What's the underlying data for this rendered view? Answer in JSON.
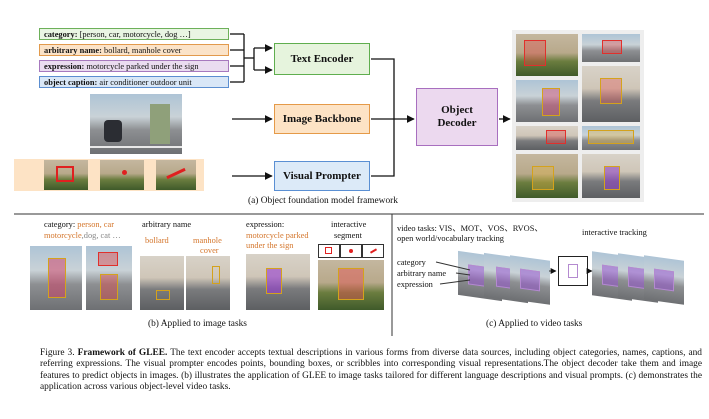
{
  "prompts": {
    "category": {
      "key": "category:",
      "value": " [person, car, motorcycle, dog …]"
    },
    "arbitrary": {
      "key": "arbitrary name:",
      "value": " bollard, manhole cover"
    },
    "expression": {
      "key": "expression:",
      "value": " motorcycle parked under the sign"
    },
    "caption": {
      "key": "object caption:",
      "value": " air conditioner outdoor unit"
    }
  },
  "modules": {
    "text_encoder": "Text Encoder",
    "image_backbone": "Image Backbone",
    "visual_prompter": "Visual Prompter",
    "object_decoder_line1": "Object",
    "object_decoder_line2": "Decoder"
  },
  "section_a_caption": "(a) Object foundation model framework",
  "image_tasks": {
    "category_label": "category:",
    "category_values_1": "person, car",
    "category_values_2": "motorcycle",
    "category_values_3": ",dog, cat …",
    "arbitrary_label": "arbitrary name",
    "bollard": "bollard",
    "manhole_1": "manhole",
    "manhole_2": "cover",
    "expression_label": "expression:",
    "expression_value_1": "motorcycle parked",
    "expression_value_2": "under the sign",
    "interactive_1": "interactive",
    "interactive_2": "segment",
    "caption": "(b) Applied to image tasks"
  },
  "video_tasks": {
    "tasks_line1": "video tasks: VIS、MOT、VOS、RVOS、",
    "tasks_line2": "open world/vocabulary tracking",
    "interactive_tracking": "interactive tracking",
    "label_category": "category",
    "label_arbitrary": "arbitrary name",
    "label_expression": "expression",
    "caption": "(c) Applied to video tasks"
  },
  "figure_caption": {
    "label": "Figure 3.",
    "title": "Framework of GLEE.",
    "body": " The text encoder accepts textual descriptions in various forms from diverse data sources, including object categories, names, captions, and referring expressions. The visual prompter encodes points, bounding boxes, or scribbles into corresponding visual representations.The object decoder take them and image features to predict objects in images. (b) illustrates the application of GLEE to image tasks tailored for different language descriptions and visual prompts. (c) demonstrates the application across various object-level video tasks."
  },
  "colors": {
    "category_box": "#e9f5e3",
    "category_border": "#6db05a",
    "arbitrary_box": "#fbe3c8",
    "arbitrary_border": "#e29a4c",
    "expression_box": "#eadcf0",
    "expression_border": "#a779be",
    "caption_box": "#d9e7f7",
    "caption_border": "#5b8ed0",
    "text_encoder_fill": "#e6f4dd",
    "text_encoder_border": "#5fae4e",
    "image_backbone_fill": "#fde3c5",
    "image_backbone_border": "#e59a48",
    "visual_prompter_fill": "#dceaf8",
    "visual_prompter_border": "#5a8fd3",
    "decoder_fill": "#ecd9ef",
    "decoder_border": "#a86fbf",
    "highlight_orange": "#d4762c"
  }
}
